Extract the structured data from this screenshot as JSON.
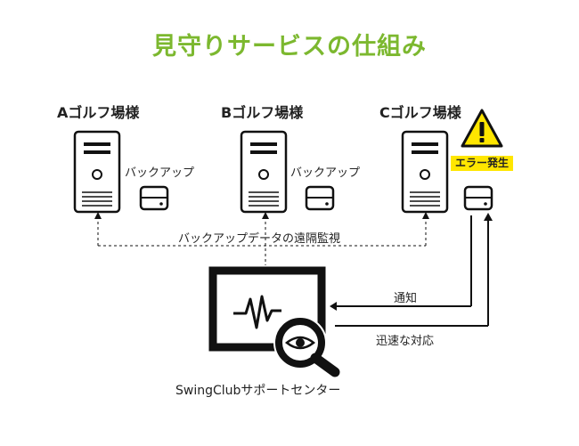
{
  "title": "見守りサービスの仕組み",
  "clubs": [
    {
      "name": "Aゴルフ場様",
      "backup_label": "バックアップ"
    },
    {
      "name": "Bゴルフ場様",
      "backup_label": "バックアップ"
    },
    {
      "name": "Cゴルフ場様"
    }
  ],
  "error_badge": "エラー発生",
  "remote_monitor_label": "バックアップデータの遠隔監視",
  "notify_label": "通知",
  "response_label": "迅速な対応",
  "center_label": "SwingClubサポートセンター",
  "colors": {
    "title": "#7cb82f",
    "badge": "#ffe600",
    "line": "#111111"
  }
}
